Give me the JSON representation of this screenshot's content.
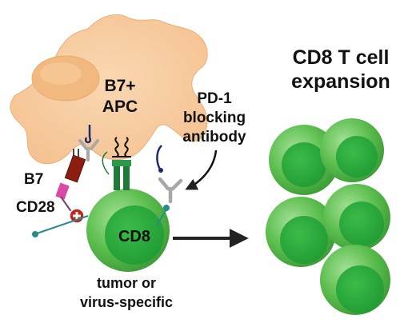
{
  "labels": {
    "apc_line1": "B7+",
    "apc_line2": "APC",
    "pd1_line1": "PD-1",
    "pd1_line2": "blocking",
    "pd1_line3": "antibody",
    "b7": "B7",
    "cd28": "CD28",
    "cd8": "CD8",
    "tumor_line1": "tumor or",
    "tumor_line2": "virus-specific",
    "expansion_line1": "CD8 T cell",
    "expansion_line2": "expansion"
  },
  "colors": {
    "apc_fill": "#f7cfa3",
    "apc_nucleus": "#f3bd85",
    "cell_green": "#55b84a",
    "cell_green_light": "#8fd47f",
    "cell_nucleus": "#2aa33a",
    "b7_fill": "#8b1e10",
    "cd28_fill": "#d94aa6",
    "plus_red": "#c0251b",
    "antibody_gray": "#a8a8a8",
    "receptor_navy": "#1f2a6b",
    "pd1_teal": "#2a8a8a",
    "tcr_green": "#1f7a3a",
    "arrow": "#222222"
  },
  "icons": {
    "co_stimulation": "plus-icon",
    "direction": "right-arrow-icon"
  }
}
